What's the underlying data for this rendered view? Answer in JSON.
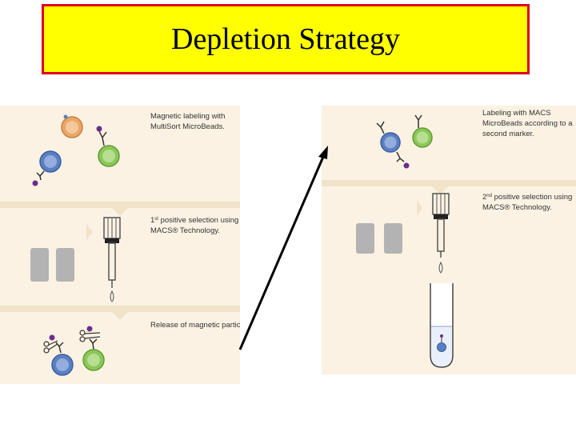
{
  "slide": {
    "title": "Depletion Strategy"
  },
  "left_panel": {
    "step1": {
      "line1": "Magnetic labeling with",
      "line2": "MultiSort MicroBeads."
    },
    "step2": {
      "line1_num": "1",
      "line1_sup": "st",
      "line1_rest": " positive selection using",
      "line2": "MACS® Technology."
    },
    "step3": {
      "line1": "Release of magnetic particles."
    }
  },
  "right_panel": {
    "step1": {
      "line1": "Labeling with MACS",
      "line2": "MicroBeads according to a",
      "line3": "second marker."
    },
    "step2": {
      "line1_num": "2",
      "line1_sup": "nd",
      "line1_rest": " positive selection using",
      "line2": "MACS® Technology."
    }
  },
  "colors": {
    "title_bg": "#ffff00",
    "title_border": "#e0001b",
    "panel_bg": "#fbf2e3",
    "divider": "#f1e3c9",
    "cell_blue": "#5b7fc4",
    "cell_green": "#8dc75a",
    "cell_orange": "#e9a768",
    "bead": "#6b2d8a",
    "magnet": "#b3b3b3"
  }
}
